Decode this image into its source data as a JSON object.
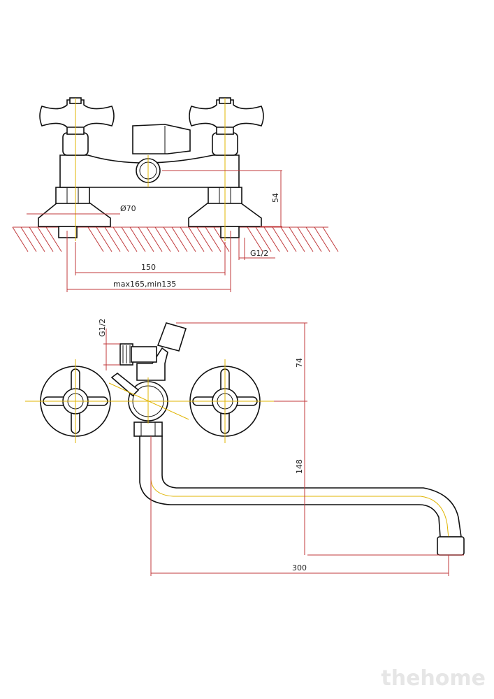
{
  "dimensions": {
    "flange_diameter": "Ø70",
    "height_54": "54",
    "thread_top": "G1/2",
    "center_distance": "150",
    "range": "max165,min135",
    "thread_side": "G1/2",
    "height_74": "74",
    "height_148": "148",
    "spout_length": "300"
  },
  "watermark": "thehome",
  "colors": {
    "outline": "#111111",
    "dimension": "#c0393b",
    "centerline": "#e0b400"
  }
}
